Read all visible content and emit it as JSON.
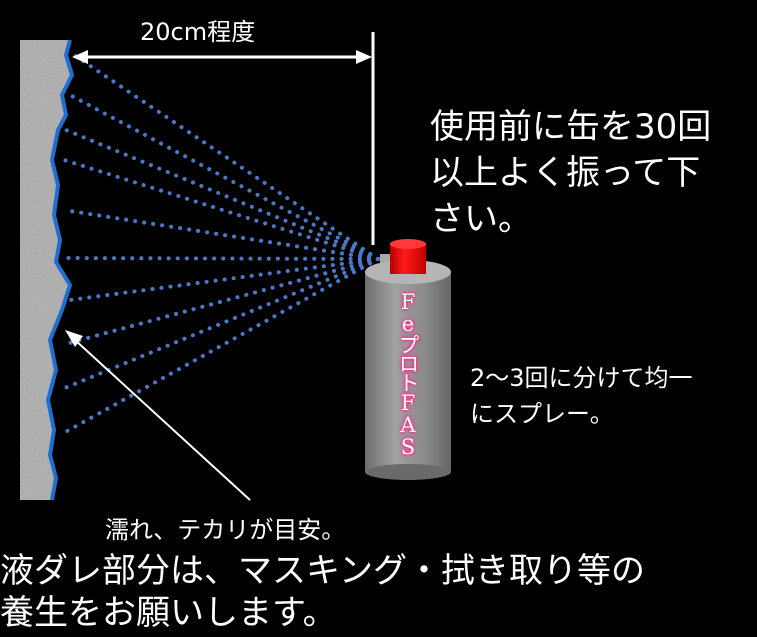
{
  "diagram": {
    "distance_label": "20cm程度",
    "instruction_lines": [
      "使用前に缶を30回",
      "以上よく振って下",
      "さい。"
    ],
    "apply_lines": [
      "2～3回に分けて均一",
      "にスプレー。"
    ],
    "wet_label": "濡れ、テカリが目安。",
    "masking_lines": [
      "液ダレ部分は、マスキング・拭き取り等の",
      "養生をお願いします。"
    ],
    "can_label": "FeプロトFAS"
  },
  "colors": {
    "background": "#000000",
    "spray_dots": "#4a78c8",
    "wall_edge": "#1f6fd0",
    "wall_fill": "#9a9a9a",
    "can_body": "#8c8c8c",
    "can_cap": "#e00000",
    "can_label_glow": "#ff2a8a",
    "text": "#ffffff"
  },
  "icons": {
    "wall": "concrete-wall-icon",
    "can": "spray-can-icon"
  }
}
